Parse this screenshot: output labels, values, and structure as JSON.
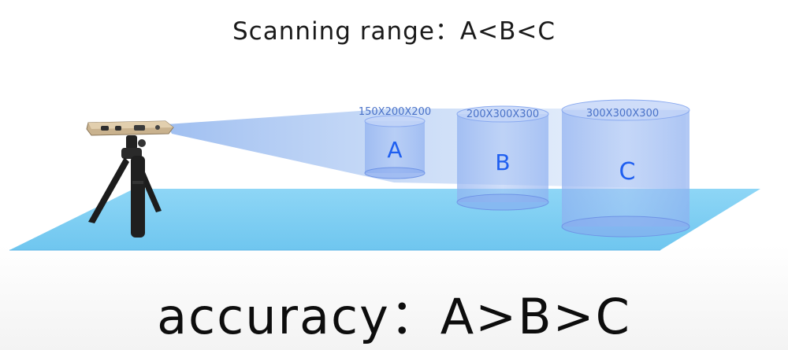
{
  "title": "Scanning range：A<B<C",
  "headline": "accuracy：A>B>C",
  "colors": {
    "platform": "#7ecdf2",
    "cylinder": "#7fa6ee",
    "beam": "#9fbff0",
    "label": "#1f5ff0",
    "dimension": "#4a72c8"
  },
  "cylinders": [
    {
      "name": "A",
      "dimensions": "150X200X200"
    },
    {
      "name": "B",
      "dimensions": "200X300X300"
    },
    {
      "name": "C",
      "dimensions": "300X300X300"
    }
  ],
  "icons": [
    "scanner-icon",
    "tripod-icon"
  ]
}
